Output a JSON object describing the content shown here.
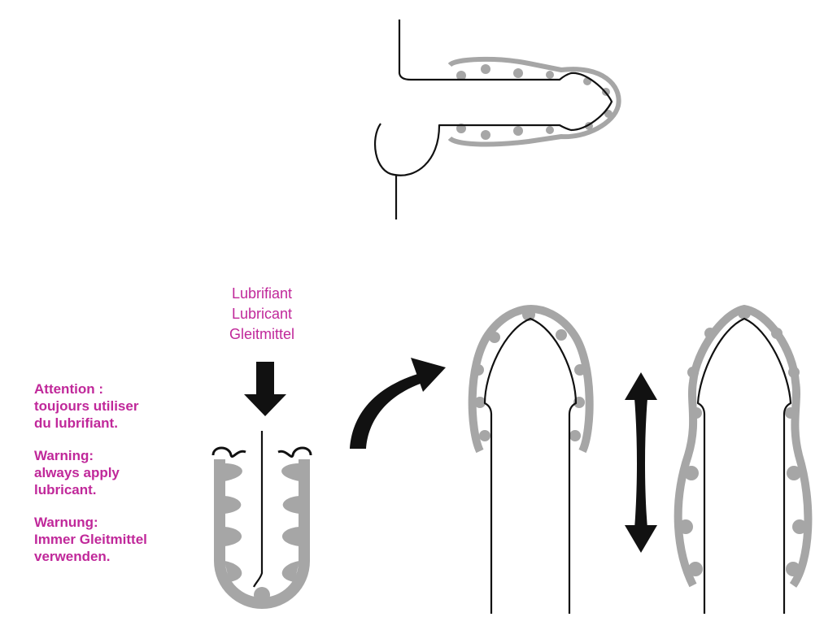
{
  "lubricant_label": [
    "Lubrifiant",
    "Lubricant",
    "Gleitmittel"
  ],
  "warnings": [
    [
      "Attention :",
      "toujours utiliser",
      "du lubrifiant."
    ],
    [
      "Warning:",
      "always apply",
      "lubricant."
    ],
    [
      "Warnung:",
      "Immer Gleitmittel",
      "verwenden."
    ]
  ],
  "colors": {
    "accent": "#c0289a",
    "sleeve": "#a6a6a6",
    "line": "#111111"
  }
}
